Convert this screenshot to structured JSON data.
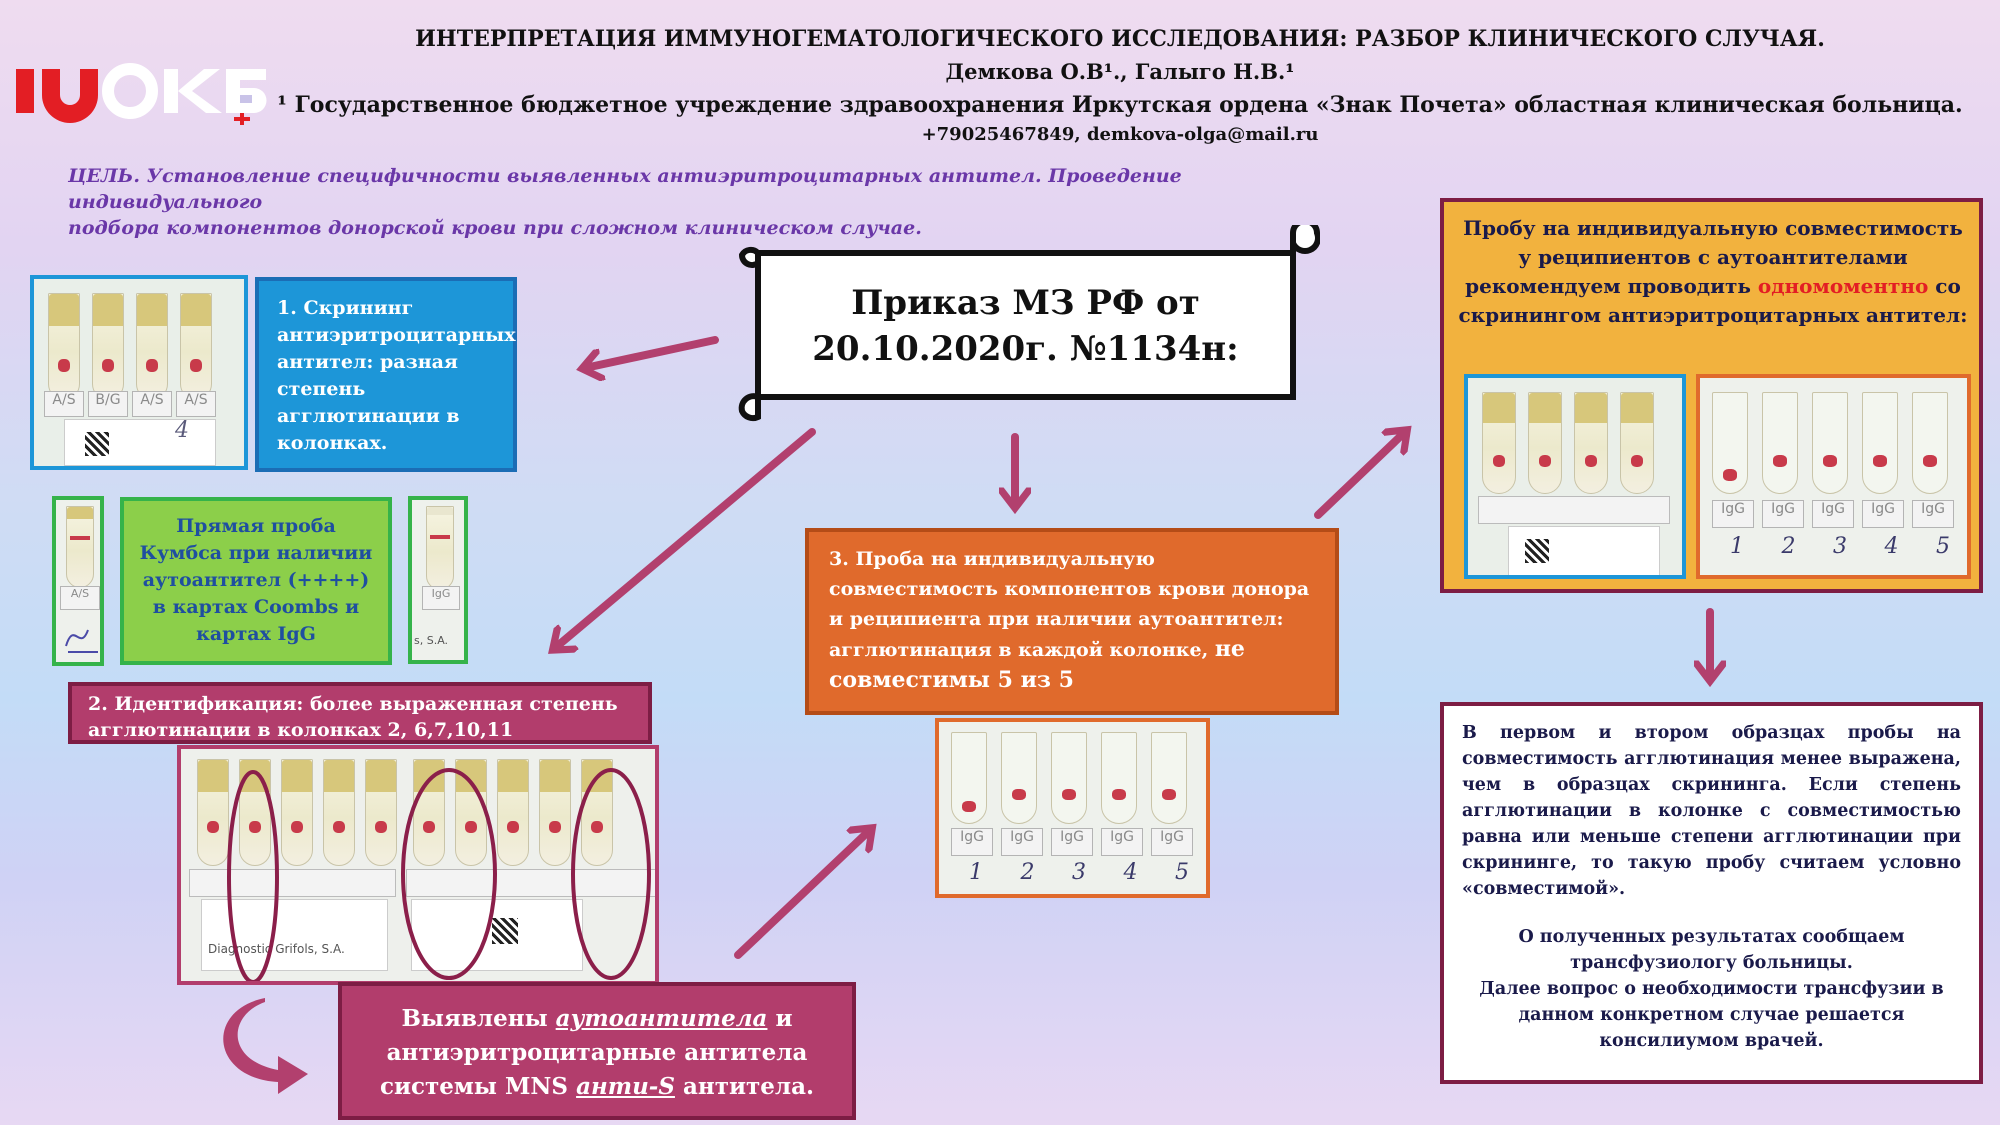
{
  "header": {
    "title": "ИНТЕРПРЕТАЦИЯ ИММУНОГЕМАТОЛОГИЧЕСКОГО ИССЛЕДОВАНИЯ: РАЗБОР КЛИНИЧЕСКОГО СЛУЧАЯ.",
    "authors": "Демкова О.В¹., Галыго Н.В.¹",
    "institution": "¹ Государственное бюджетное учреждение здравоохранения  Иркутская ордена «Знак Почета»  областная клиническая больница.",
    "contact": "+79025467849, demkova-olga@mail.ru"
  },
  "logo": {
    "text": "ИОКБ",
    "icon": "hospital-logo",
    "accent": "#e31e24"
  },
  "goal": {
    "label": "ЦЕЛЬ.",
    "line1": "Установление специфичности выявленных антиэритроцитарных антител. Проведение индивидуального",
    "line2": "подбора компонентов донорской крови при сложном клиническом случае."
  },
  "order": {
    "line1": "Приказ МЗ РФ от",
    "line2": "20.10.2020г. №1134н:"
  },
  "screening": {
    "text": "1. Скрининг антиэритроцитарных антител: разная степень агглютинации в колонках."
  },
  "coombs": {
    "text": "Прямая проба Кумбса при наличии аутоантител (++++) в картах Coombs и картах IgG"
  },
  "identification": {
    "text": "2. Идентификация: более выраженная степень агглютинации в колонках 2, 6,7,10,11"
  },
  "detected": {
    "p1": "Выявлены ",
    "auto": "аутоантитела",
    "p2": " и антиэритроцитарные антитела системы MNS ",
    "antis": "анти-S",
    "p3": " антитела."
  },
  "compat": {
    "text": "3. Проба на индивидуальную совместимость компонентов крови донора и реципиента при наличии аутоантител: агглютинация в каждой колонке, ",
    "emph": "не совместимы 5 из 5"
  },
  "recommend": {
    "p1": "Пробу на индивидуальную совместимость у реципиентов с аутоантителами рекомендуем проводить ",
    "red": "одномоментно",
    "p2": "  со скринингом антиэритроцитарных антител:"
  },
  "conclusion": {
    "p1": "В первом и втором образцах пробы на совместимость агглютинация менее выражена, чем в образцах скрининга. Если степень агглютинации в колонке с совместимостью равна или меньше степени агглютинации при скрининге, то такую пробу считаем условно «совместимой».",
    "p2": "О полученных результатах сообщаем трансфузиологу больницы.",
    "p3": "Далее вопрос о необходимости трансфузии в данном конкретном случае решается консилиумом врачей."
  },
  "cards": {
    "igg": "IgG",
    "brand": "Diagnostic Grifols, S.A.",
    "brand_short": "s, S.A.",
    "numbers": [
      "1",
      "2",
      "3",
      "4",
      "5"
    ],
    "sample": "4",
    "screen_labels": [
      "A/S",
      "B/G",
      "A/S",
      "A/S"
    ],
    "coombs_label": "A/S"
  },
  "colors": {
    "blue": "#1d96d8",
    "green": "#8ccf4a",
    "magenta": "#b23d6c",
    "orange": "#e06a2c",
    "gold": "#f2b23e",
    "arrow": "#b2406e"
  }
}
